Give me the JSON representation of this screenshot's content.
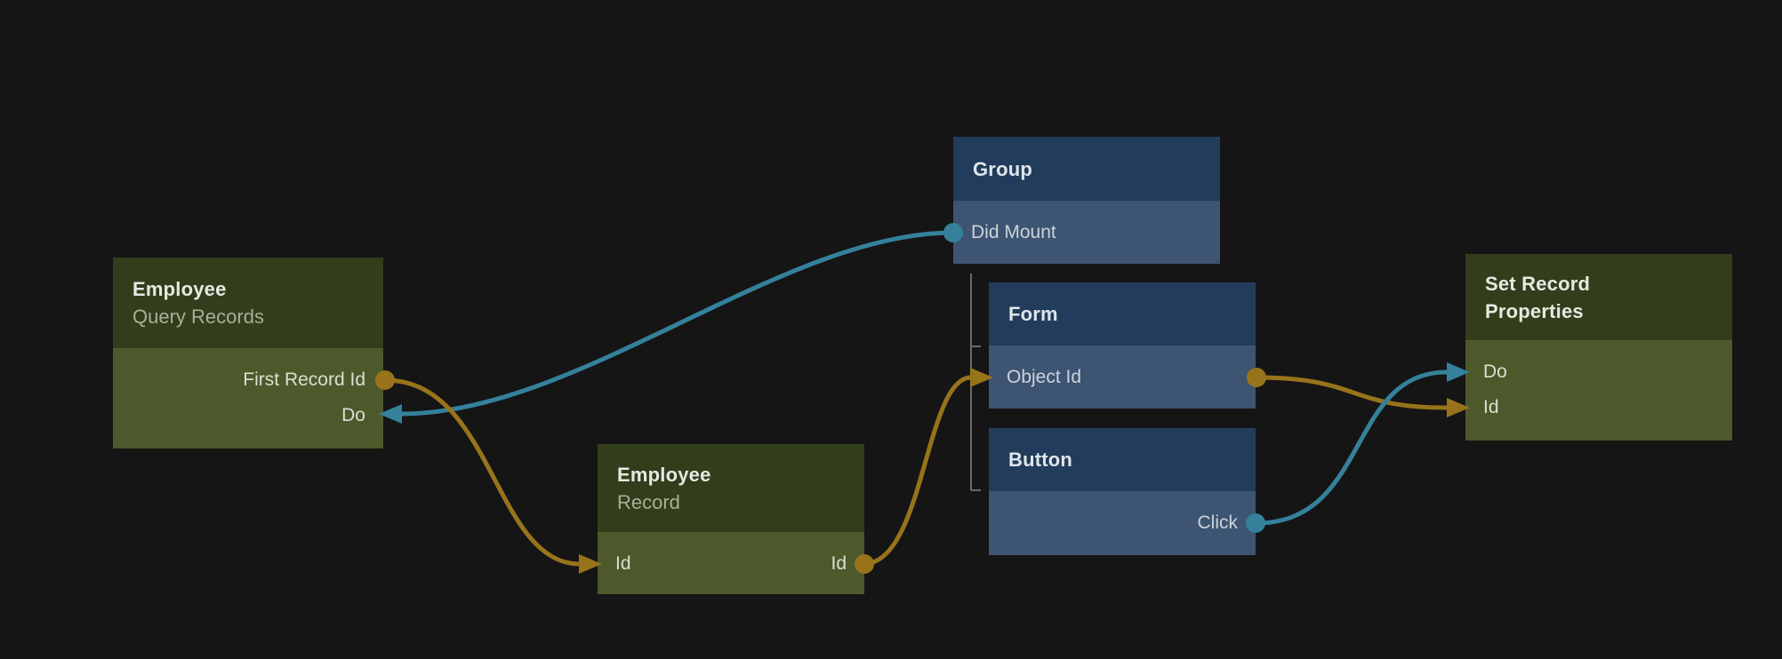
{
  "colors": {
    "background": "#151515",
    "green_node_header": "#323d1c",
    "green_node_body": "#4d592b",
    "blue_node_header": "#223c5b",
    "blue_node_body": "#3d5472",
    "signal_connection": "#35819b",
    "data_connection": "#97731b",
    "hierarchy_line": "#6a6a6a"
  },
  "nodes": [
    {
      "id": "employee-query-records",
      "type": "data",
      "title": "Employee",
      "subtitle": "Query Records",
      "ports": [
        {
          "label": "First Record Id",
          "direction": "output",
          "kind": "data"
        },
        {
          "label": "Do",
          "direction": "input",
          "kind": "signal"
        }
      ]
    },
    {
      "id": "group",
      "type": "visual",
      "title": "Group",
      "ports": [
        {
          "label": "Did Mount",
          "direction": "output",
          "kind": "signal"
        }
      ]
    },
    {
      "id": "form",
      "type": "visual",
      "title": "Form",
      "ports": [
        {
          "label": "Object Id",
          "direction": "input-output",
          "kind": "data"
        }
      ]
    },
    {
      "id": "button",
      "type": "visual",
      "title": "Button",
      "ports": [
        {
          "label": "Click",
          "direction": "output",
          "kind": "signal"
        }
      ]
    },
    {
      "id": "employee-record",
      "type": "data",
      "title": "Employee",
      "subtitle": "Record",
      "ports": [
        {
          "label": "Id",
          "direction": "input",
          "kind": "data"
        },
        {
          "label": "Id",
          "direction": "output",
          "kind": "data"
        }
      ]
    },
    {
      "id": "set-record-properties",
      "type": "action",
      "title": "Set Record Properties",
      "ports": [
        {
          "label": "Do",
          "direction": "input",
          "kind": "signal"
        },
        {
          "label": "Id",
          "direction": "input",
          "kind": "data"
        }
      ]
    }
  ],
  "connections": [
    {
      "from": "Group.Did Mount",
      "to": "Employee Query Records.Do",
      "kind": "signal"
    },
    {
      "from": "Employee Query Records.First Record Id",
      "to": "Employee Record.Id",
      "kind": "data"
    },
    {
      "from": "Employee Record.Id",
      "to": "Form.Object Id",
      "kind": "data"
    },
    {
      "from": "Form.Object Id",
      "to": "Set Record Properties.Id",
      "kind": "data"
    },
    {
      "from": "Button.Click",
      "to": "Set Record Properties.Do",
      "kind": "signal"
    }
  ],
  "hierarchy": {
    "parent": "Group",
    "children": [
      "Form",
      "Button"
    ]
  }
}
